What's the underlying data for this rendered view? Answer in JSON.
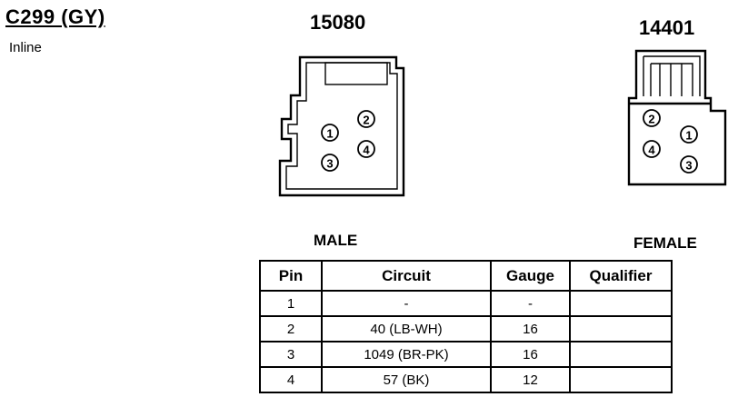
{
  "connector": {
    "title": "C299 (GY)",
    "subtitle": "Inline"
  },
  "male": {
    "part_number": "15080",
    "label": "MALE",
    "pins": [
      "1",
      "2",
      "3",
      "4"
    ]
  },
  "female": {
    "part_number": "14401",
    "label": "FEMALE",
    "pins": [
      "1",
      "2",
      "3",
      "4"
    ]
  },
  "table": {
    "headers": [
      "Pin",
      "Circuit",
      "Gauge",
      "Qualifier"
    ],
    "rows": [
      [
        "1",
        "-",
        "-",
        ""
      ],
      [
        "2",
        "40 (LB-WH)",
        "16",
        ""
      ],
      [
        "3",
        "1049 (BR-PK)",
        "16",
        ""
      ],
      [
        "4",
        "57 (BK)",
        "12",
        ""
      ]
    ]
  }
}
